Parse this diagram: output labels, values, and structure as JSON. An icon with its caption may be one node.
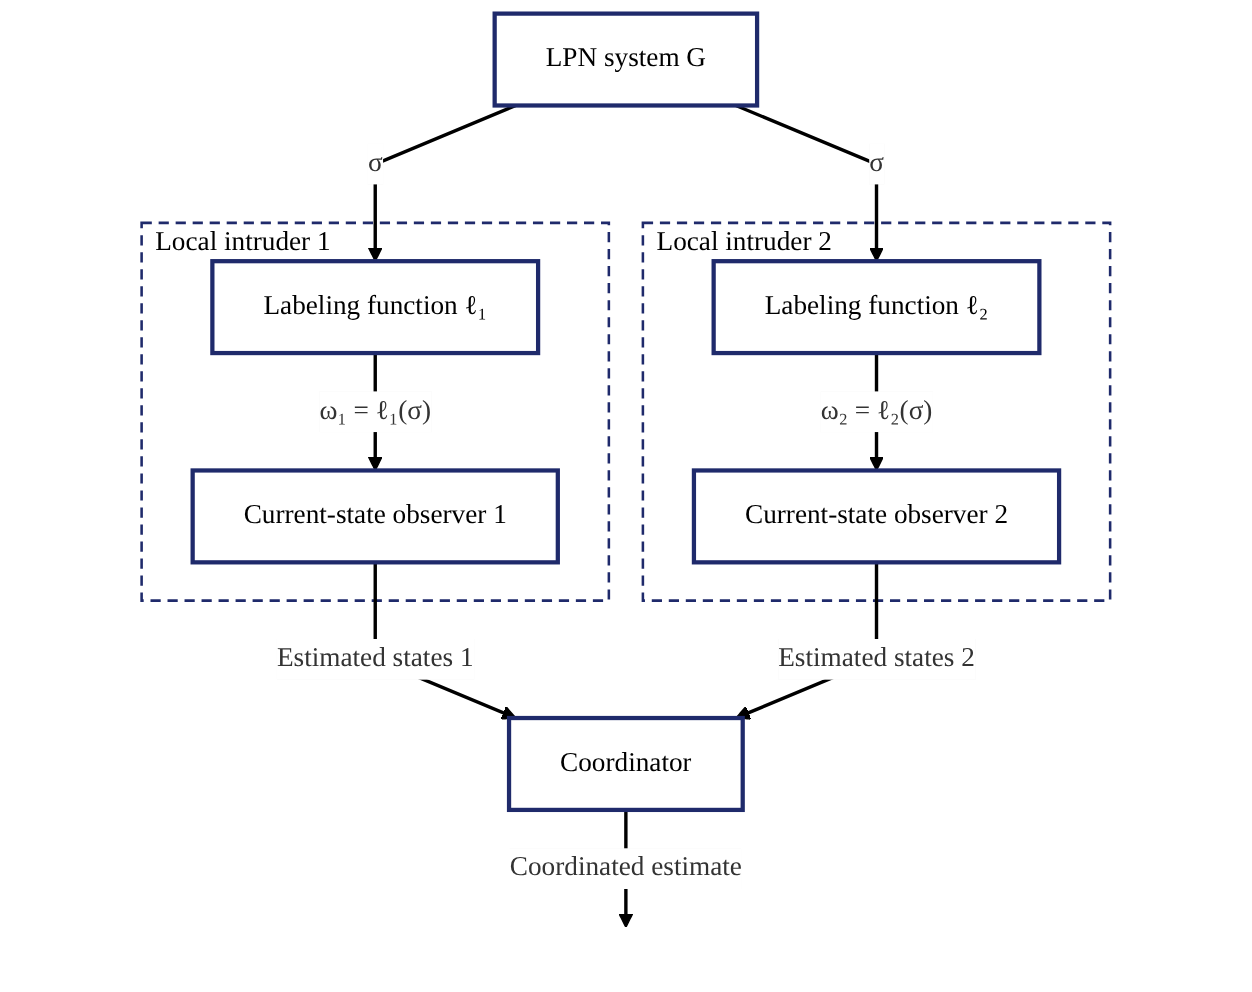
{
  "diagram": {
    "nodes": [
      {
        "text": [
          "LPN system G"
        ]
      },
      {
        "text": [
          "Local intruder 1"
        ]
      },
      {
        "text": [
          "Labeling function ℓ₁"
        ],
        "in": 1
      },
      {
        "text": [
          "Current-state observer 1"
        ],
        "in": 1
      },
      {
        "text": [
          "Local intruder 2"
        ]
      },
      {
        "text": [
          "Labeling function ℓ₂"
        ],
        "in": 4
      },
      {
        "text": [
          "Current-state observer 2"
        ],
        "in": 4
      },
      {
        "text": [
          "Coordinator"
        ]
      }
    ],
    "edges": [
      {
        "from": 0,
        "to": 2,
        "arrow": "to",
        "label": "σ"
      },
      {
        "from": 0,
        "to": 5,
        "arrow": "to",
        "label": "σ"
      },
      {
        "from": 2,
        "to": 3,
        "arrow": "to",
        "label": "ω₁ = ℓ₁(σ)"
      },
      {
        "from": 5,
        "to": 6,
        "arrow": "to",
        "label": "ω₂ = ℓ₂(σ)"
      },
      {
        "from": 3,
        "to": 7,
        "arrow": "to",
        "label": "Estimated states 1"
      },
      {
        "from": 6,
        "to": 7,
        "arrow": "to",
        "label": "Estimated states 2"
      },
      {
        "from": 7,
        "to": null,
        "arrow": "to",
        "label": "Coordinated estimate"
      }
    ]
  }
}
